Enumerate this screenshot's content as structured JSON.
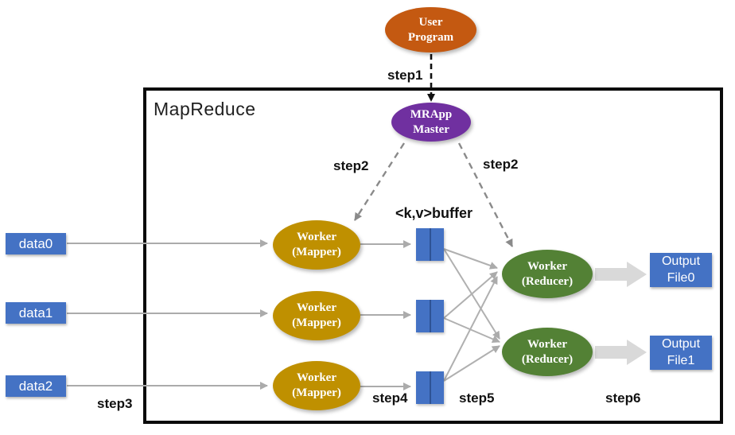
{
  "diagram": {
    "box_label": "MapReduce",
    "nodes": {
      "user_program": {
        "line1": "User",
        "line2": "Program",
        "color": "#C45911"
      },
      "mrapp_master": {
        "line1": "MRApp",
        "line2": "Master",
        "color": "#7030A0"
      },
      "mapper": {
        "line1": "Worker",
        "line2": "(Mapper)",
        "color": "#BF9000",
        "count": 3
      },
      "reducer": {
        "line1": "Worker",
        "line2": "(Reducer)",
        "color": "#538135",
        "count": 2
      }
    },
    "inputs": {
      "data0": "data0",
      "data1": "data1",
      "data2": "data2",
      "color": "#4472C4"
    },
    "outputs": {
      "file0": {
        "line1": "Output",
        "line2": "File0"
      },
      "file1": {
        "line1": "Output",
        "line2": "File1"
      },
      "color": "#4472C4"
    },
    "buffer": {
      "label": "<k,v>buffer",
      "cell_color": "#4472C4",
      "count": 3
    },
    "steps": {
      "step1": "step1",
      "step2": "step2",
      "step3": "step3",
      "step4": "step4",
      "step5": "step5",
      "step6": "step6"
    },
    "connector_colors": {
      "solid_gray": "#ABABAB",
      "dashed_gray": "#8A8A8A",
      "dashed_black": "#111111",
      "block_arrow_gray": "#D9D9D9"
    }
  }
}
